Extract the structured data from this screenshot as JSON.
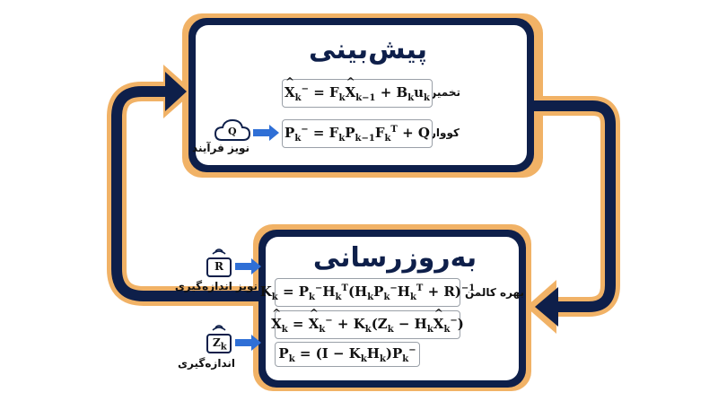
{
  "predict": {
    "title": "پیش‌بینی",
    "state_label": "تخمین وضعیت",
    "covariance_label": "کوواریانس",
    "process_noise_label": "نویز فرآیند",
    "process_noise_symbol": "Q"
  },
  "update": {
    "title": "به‌روزرسانی",
    "kalman_gain_label": "بهره کالمن",
    "measurement_noise_label": "نویز اندازه‌گیری",
    "measurement_noise_symbol": "R",
    "measurement_label": "اندازه‌گیری",
    "measurement_symbol": "Z",
    "measurement_symbol_sub": "k"
  },
  "colors": {
    "navy": "#0e1f4a",
    "orange": "#f1b266",
    "arrow_blue": "#2f6fd6"
  },
  "icons": [
    "cloud-icon",
    "sensor-icon",
    "sensor-icon"
  ]
}
